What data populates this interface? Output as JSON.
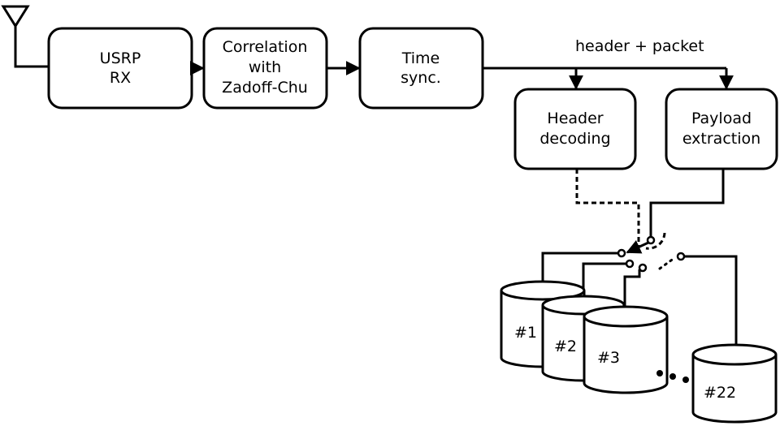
{
  "blocks": {
    "usrp": [
      "USRP",
      "RX"
    ],
    "correlation": [
      "Correlation",
      "with",
      "Zadoff-Chu"
    ],
    "time_sync": [
      "Time",
      "sync."
    ],
    "header_decoding": [
      "Header",
      "decoding"
    ],
    "payload_extraction": [
      "Payload",
      "extraction"
    ]
  },
  "edge_label": "header + packet",
  "storage": [
    "#1",
    "#2",
    "#3",
    "#22"
  ],
  "icons": {
    "antenna": "antenna-icon"
  }
}
